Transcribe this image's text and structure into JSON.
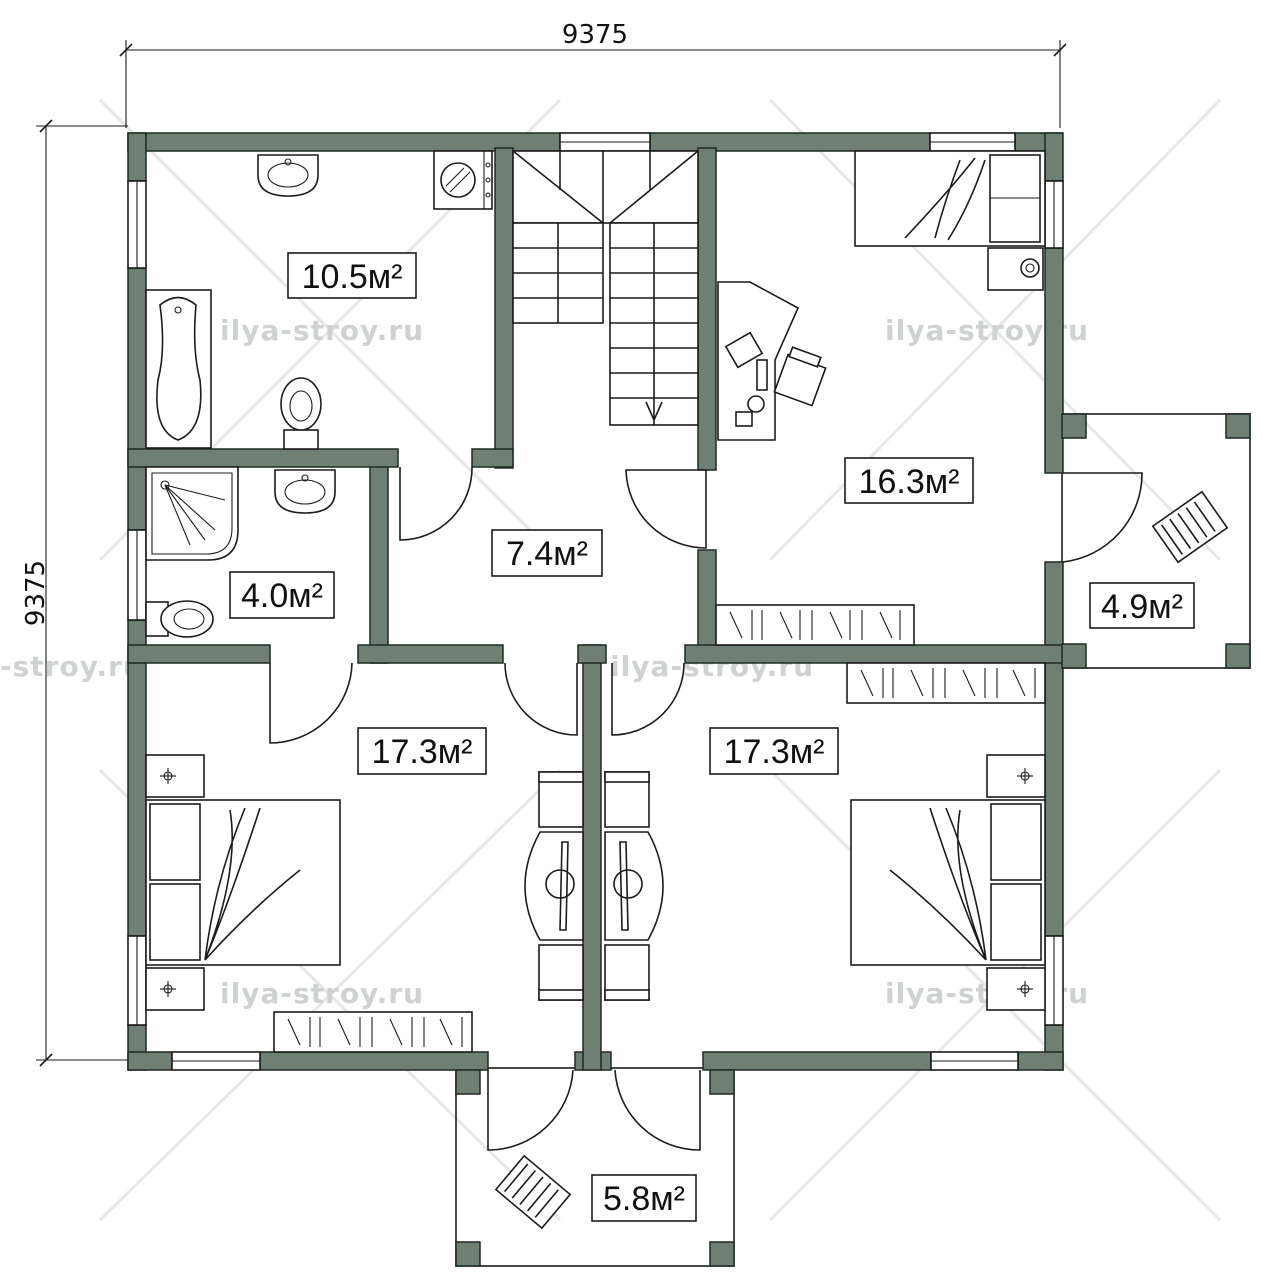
{
  "dimensions": {
    "width_label": "9375",
    "height_label": "9375"
  },
  "watermark": {
    "text": "ilya-stroy.ru",
    "partial_text": "-stroy.ru"
  },
  "rooms": [
    {
      "id": "bathroom",
      "area": "10.5м²"
    },
    {
      "id": "shower-room",
      "area": "4.0м²"
    },
    {
      "id": "hall",
      "area": "7.4м²"
    },
    {
      "id": "office-bedroom",
      "area": "16.3м²"
    },
    {
      "id": "balcony-east",
      "area": "4.9м²"
    },
    {
      "id": "bedroom-left",
      "area": "17.3м²"
    },
    {
      "id": "bedroom-right",
      "area": "17.3м²"
    },
    {
      "id": "balcony-south",
      "area": "5.8м²"
    }
  ],
  "colors": {
    "wall": "#6f7f74",
    "line": "#1c1c1c",
    "watermark": "#cfd3d0"
  }
}
